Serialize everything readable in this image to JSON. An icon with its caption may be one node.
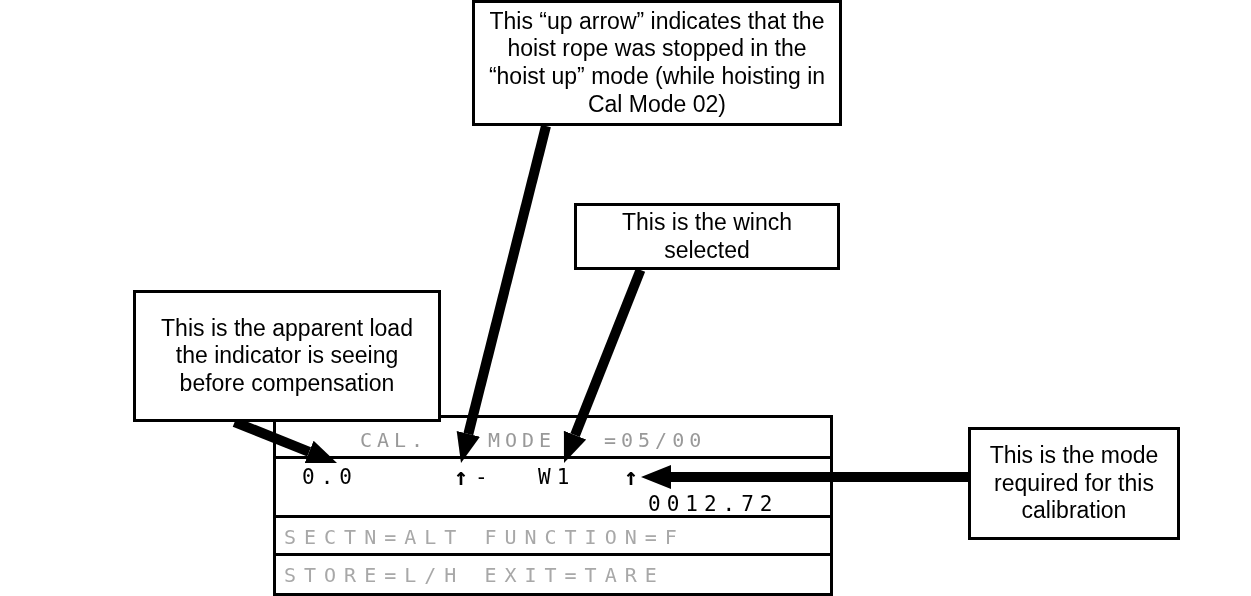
{
  "diagram": {
    "nodes": [
      {
        "text": [
          "This is the apparent load the indicator is seeing before compensation"
        ]
      },
      {
        "text": [
          "This “up arrow” indicates that the hoist rope was stopped in the “hoist up” mode (while hoisting in Cal Mode 02)"
        ]
      },
      {
        "text": [
          "This is the winch selected"
        ]
      },
      {
        "text": [
          "This is the mode required for this calibration"
        ]
      },
      {
        "text": [],
        "shape": "box"
      },
      {
        "text": [],
        "shape": "box",
        "in": 4
      },
      {
        "text": [
          "0.0"
        ],
        "in": 5
      },
      {
        "text": [
          "↑"
        ],
        "in": 5
      },
      {
        "text": [
          "-"
        ],
        "in": 5
      },
      {
        "text": [
          "W1"
        ],
        "in": 5
      },
      {
        "text": [
          "↑"
        ],
        "in": 5
      },
      {
        "text": [
          "0012.72"
        ],
        "in": 5
      },
      {
        "text": [
          "SECTN=ALT FUNCTION=F"
        ],
        "in": 4
      },
      {
        "text": [
          "STORE=L/H EXIT=TARE"
        ],
        "in": 4
      }
    ],
    "edges": [
      {
        "from": 0,
        "to": 6,
        "arrow": "to"
      },
      {
        "from": 1,
        "to": 7,
        "arrow": "to"
      },
      {
        "from": 2,
        "to": 9,
        "arrow": "to"
      },
      {
        "from": 3,
        "to": 10,
        "arrow": "to"
      }
    ],
    "labels": [
      "CAL.",
      "MODE",
      "=05/00"
    ]
  }
}
